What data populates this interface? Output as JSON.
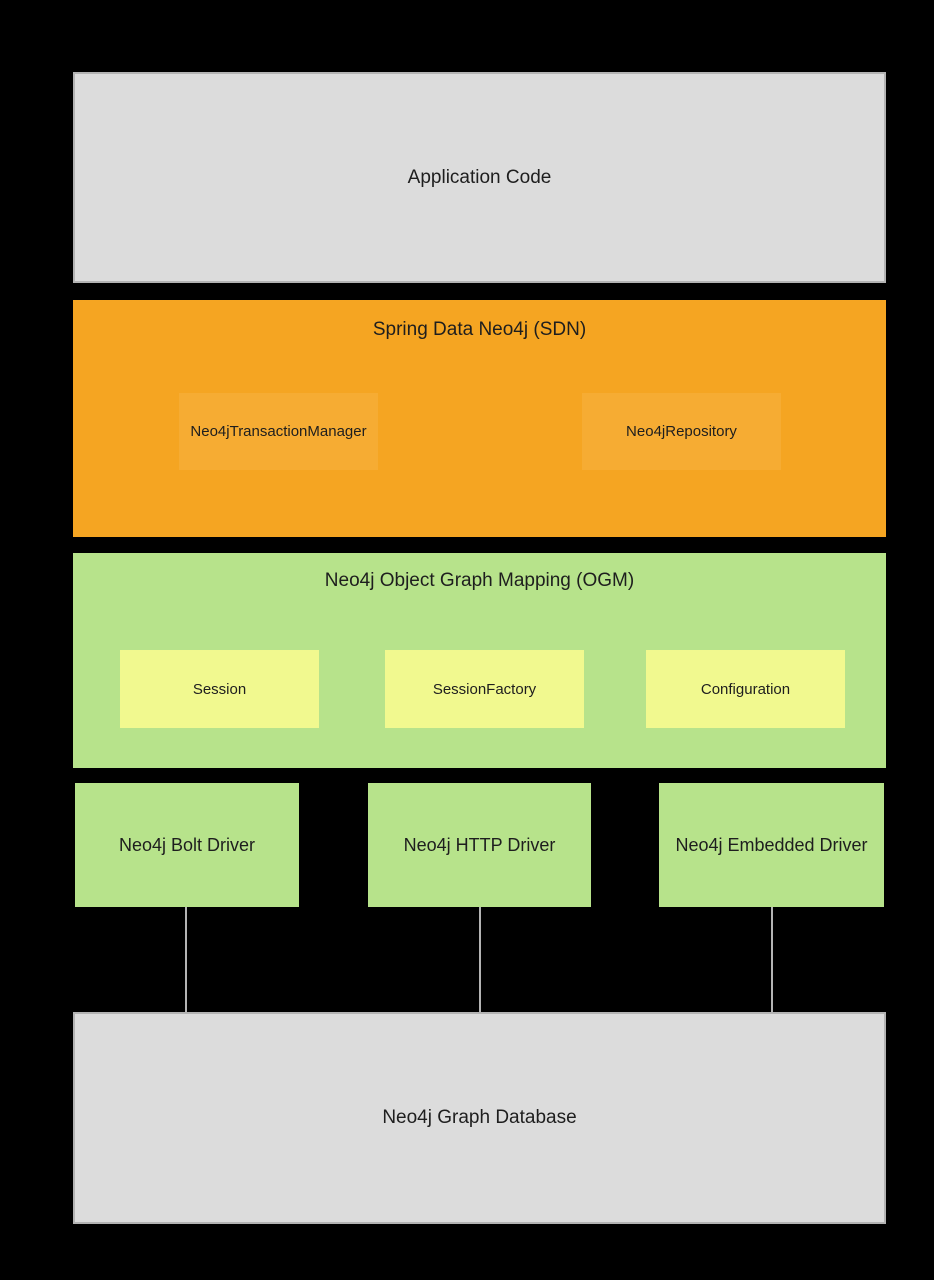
{
  "palette": {
    "bg": "#000000",
    "text": "#1e1e1e",
    "gray": "#dcdcdc",
    "grayBorder": "#b3b3b3",
    "orange": "#f5a522",
    "orangeInner": "#f6ac33",
    "green": "#b7e38b",
    "yellow": "#f1f98f",
    "line": "#b4b4b4"
  },
  "layers": {
    "application": {
      "label": "Application Code"
    },
    "sdn": {
      "title": "Spring Data Neo4j (SDN)",
      "components": [
        "Neo4jTransactionManager",
        "Neo4jRepository"
      ]
    },
    "ogm": {
      "title": "Neo4j Object Graph Mapping (OGM)",
      "components": [
        "Session",
        "SessionFactory",
        "Configuration"
      ]
    },
    "drivers": [
      "Neo4j Bolt Driver",
      "Neo4j HTTP Driver",
      "Neo4j Embedded Driver"
    ],
    "database": {
      "label": "Neo4j Graph Database"
    }
  }
}
